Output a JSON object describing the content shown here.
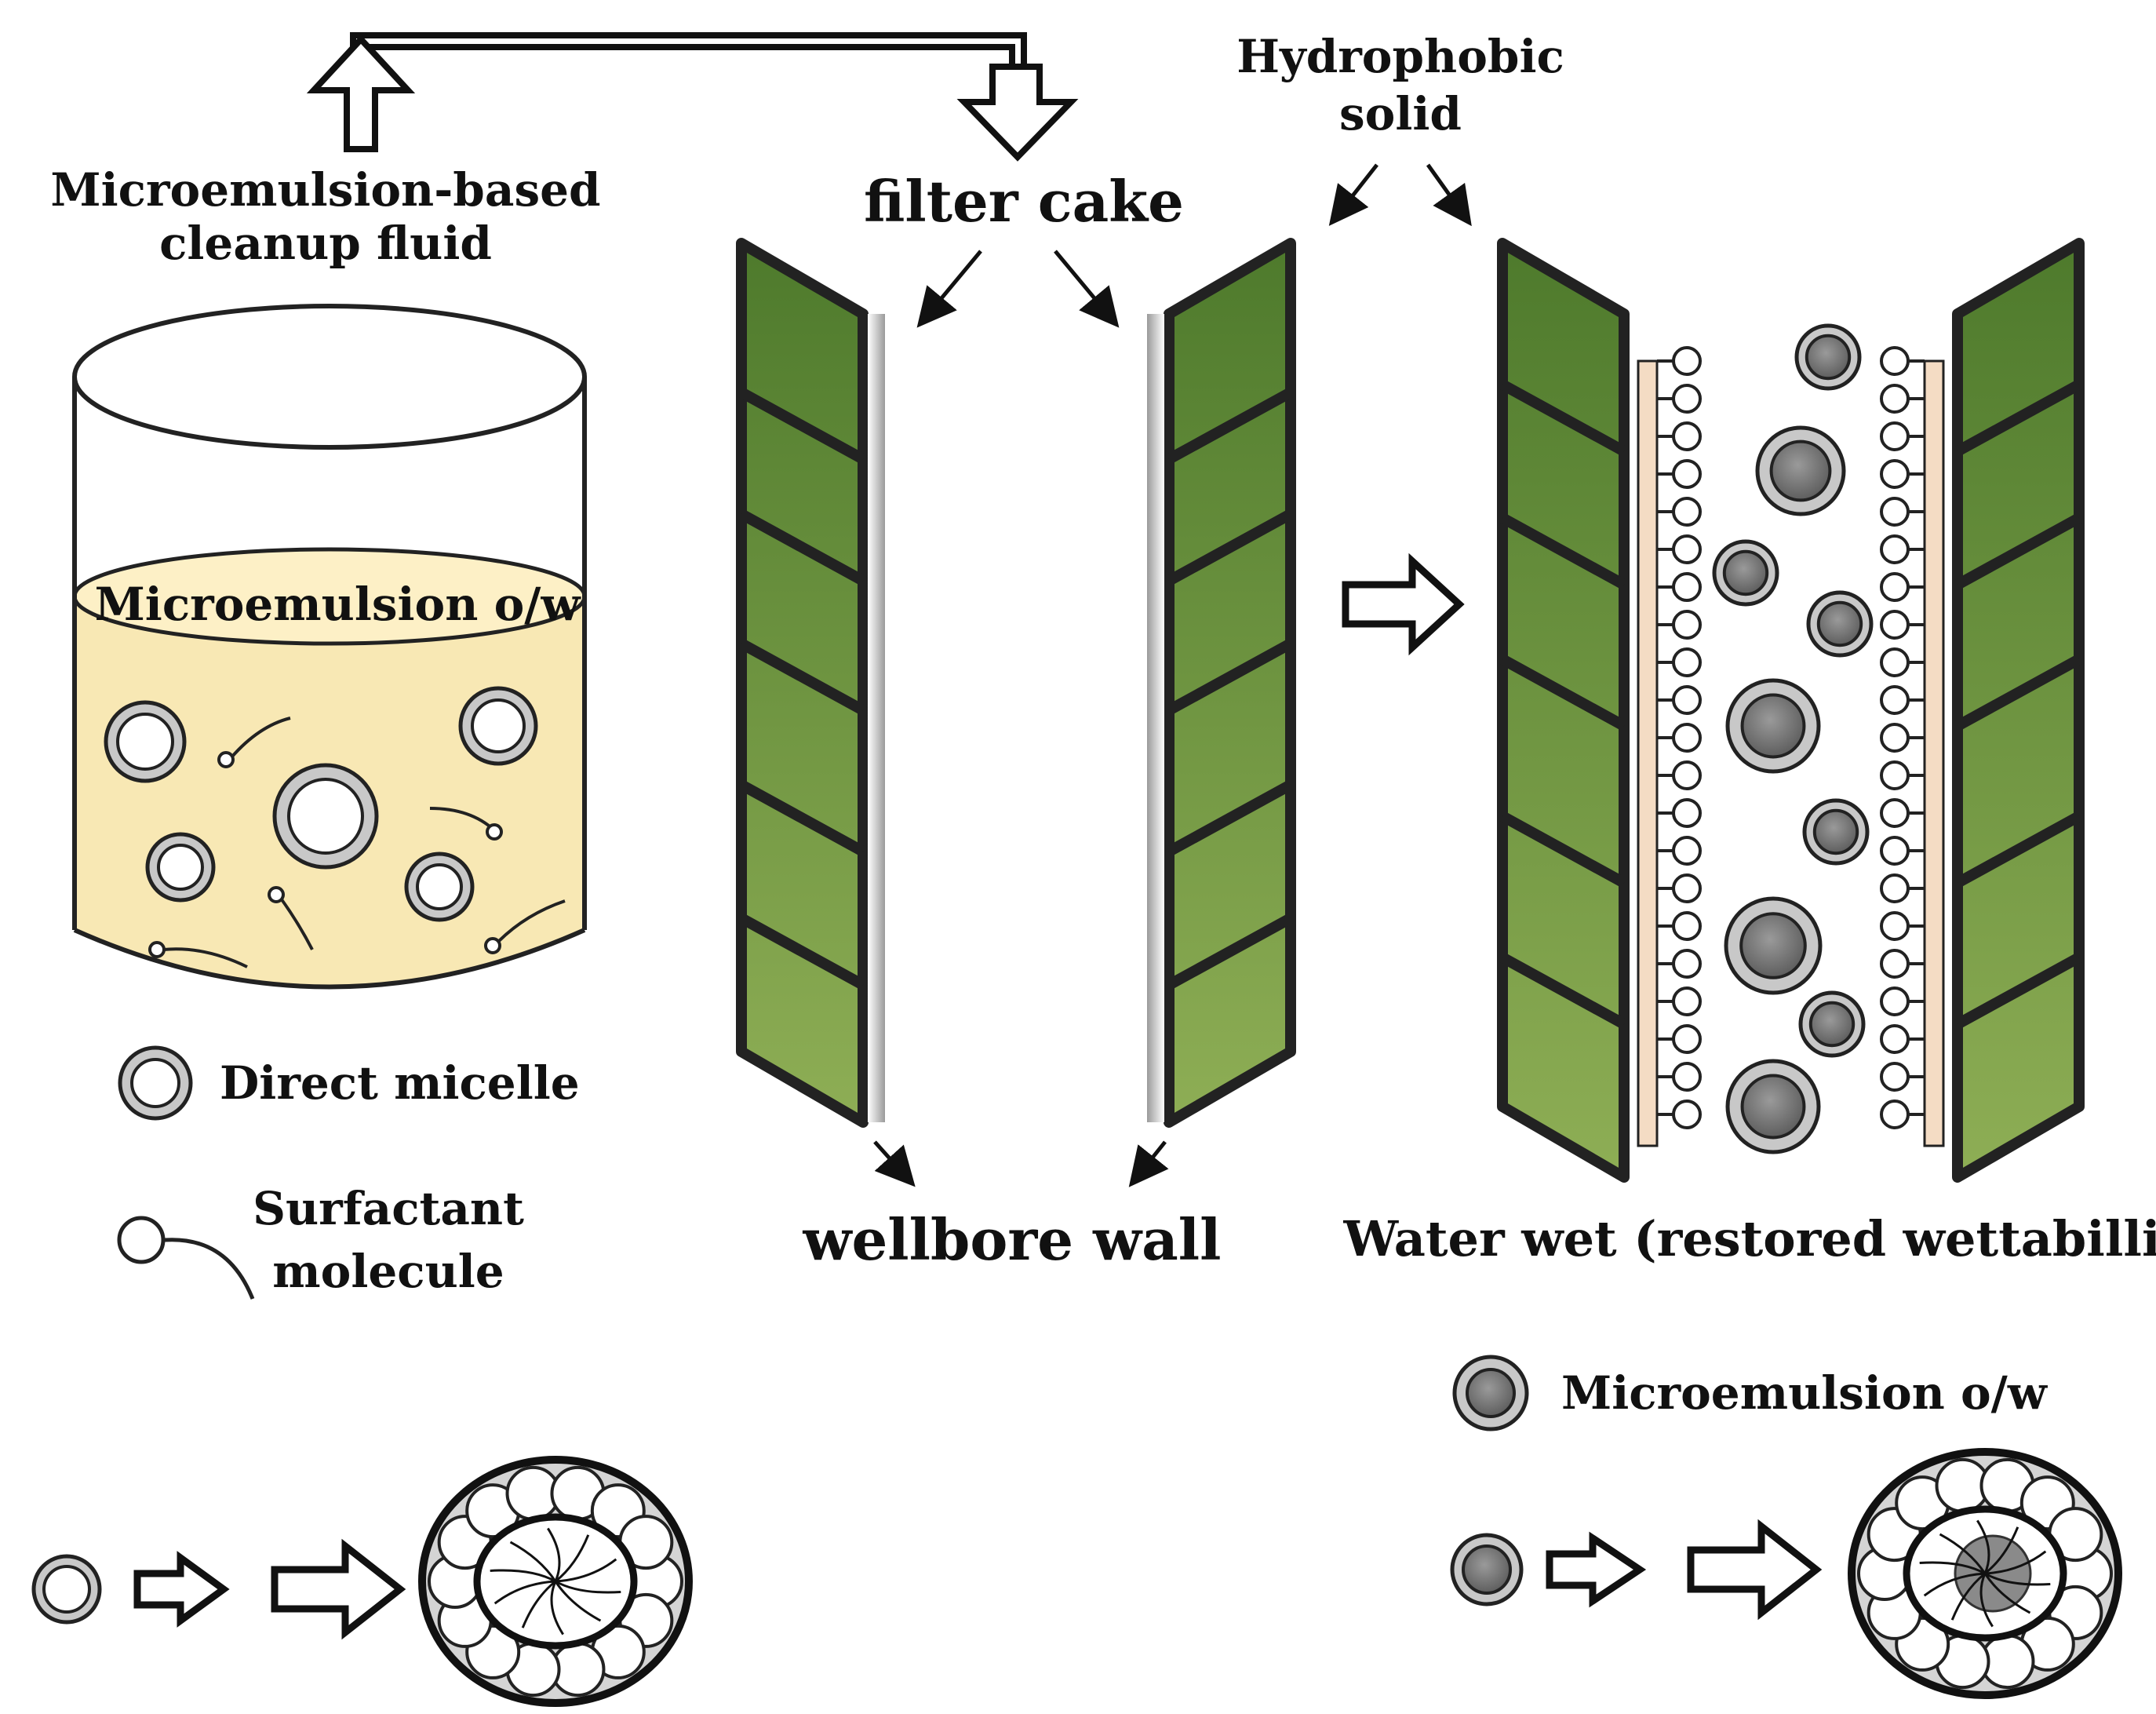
{
  "labels": {
    "fluid_line1": "Microemulsion-based",
    "fluid_line2": "cleanup fluid",
    "beaker_surface": "Microemulsion o/w",
    "filter_cake": "filter cake",
    "hydrophobic_line1": "Hydrophobic",
    "hydrophobic_line2": "solid",
    "wellbore_wall": "wellbore wall",
    "water_wet": "Water wet (restored wettabillity)"
  },
  "legend": {
    "direct_micelle": "Direct micelle",
    "surfactant_line1": "Surfactant",
    "surfactant_line2": "molecule",
    "microemulsion": "Microemulsion o/w"
  },
  "colors": {
    "fluid": "#f8e8b4",
    "green_dark": "#4e7a2c",
    "green_light": "#8aaa4e",
    "frame": "#222222",
    "micelle_grey": "#c8c8c8",
    "droplet_core": "#7a7a7a",
    "adsorbed_layer": "#f4dcc4"
  }
}
